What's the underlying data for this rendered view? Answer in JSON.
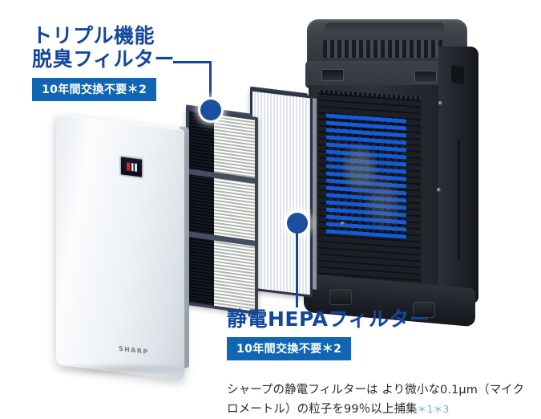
{
  "page": {
    "brand": "SHARP",
    "accent_blue": "#13479E",
    "badge_blue": "#1166B3",
    "footnote_blue": "#6FA8DC"
  },
  "callouts": [
    {
      "id": "deodorizing-filter",
      "title_line1": "トリプル機能",
      "title_line2": "脱臭フィルター",
      "badge": "10年間交換不要＊2"
    },
    {
      "id": "hepa-filter",
      "title_line1": "静電HEPAフィルター",
      "badge": "10年間交換不要＊2"
    }
  ],
  "description": {
    "text": "シャープの静電フィルターは より微小な0.1μm（マイクロメートル）の粒子を99％以上捕集",
    "footnote": "＊1＊3"
  },
  "product": {
    "front_panel_logo": "SHARP",
    "front_panel_wordmark": "SHARP"
  }
}
